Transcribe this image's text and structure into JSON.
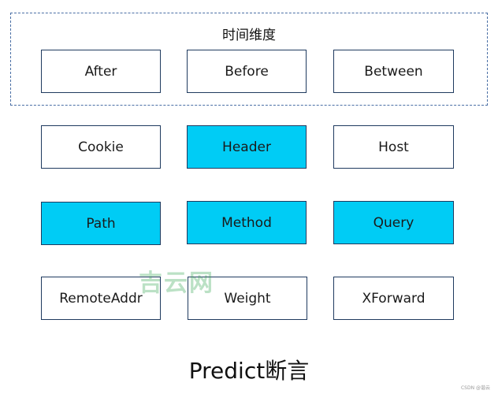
{
  "group": {
    "label": "时间维度"
  },
  "boxes": [
    {
      "label": "After",
      "highlighted": false
    },
    {
      "label": "Before",
      "highlighted": false
    },
    {
      "label": "Between",
      "highlighted": false
    },
    {
      "label": "Cookie",
      "highlighted": false
    },
    {
      "label": "Header",
      "highlighted": true
    },
    {
      "label": "Host",
      "highlighted": false
    },
    {
      "label": "Path",
      "highlighted": true
    },
    {
      "label": "Method",
      "highlighted": true
    },
    {
      "label": "Query",
      "highlighted": true
    },
    {
      "label": "RemoteAddr",
      "highlighted": false
    },
    {
      "label": "Weight",
      "highlighted": false
    },
    {
      "label": "XForward",
      "highlighted": false
    }
  ],
  "caption": "Predict断言",
  "watermark": "吉云网",
  "credit": "CSDN @谐云",
  "colors": {
    "highlight": "#00ccf5",
    "border": "#1f3a5f",
    "dashed_border": "#4a6fa5"
  }
}
